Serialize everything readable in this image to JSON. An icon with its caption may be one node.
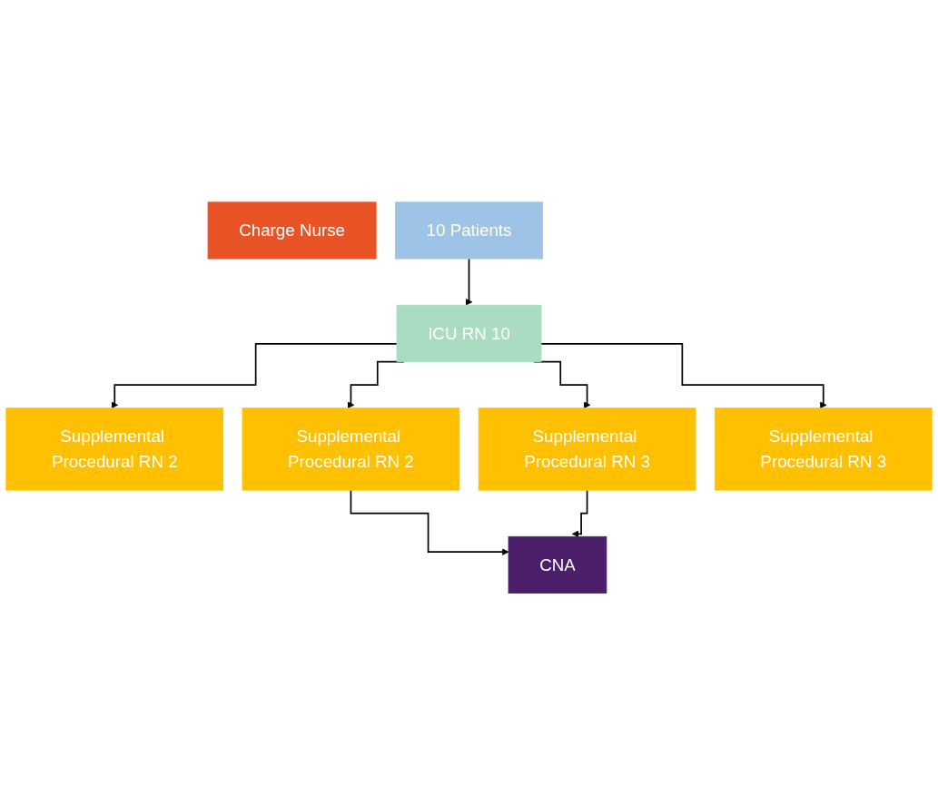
{
  "diagram": {
    "nodes": [
      {
        "text": [
          "Charge Nurse"
        ]
      },
      {
        "text": [
          "10 Patients"
        ]
      },
      {
        "text": [
          "ICU RN 10"
        ]
      },
      {
        "text": [
          "Supplemental Procedural RN 2"
        ]
      },
      {
        "text": [
          "Supplemental Procedural RN 2"
        ]
      },
      {
        "text": [
          "Supplemental Procedural RN 3"
        ]
      },
      {
        "text": [
          "Supplemental Procedural RN 3"
        ]
      },
      {
        "text": [
          "CNA"
        ]
      }
    ],
    "edges": [
      {
        "from": 1,
        "to": 2,
        "arrow": "to"
      },
      {
        "from": 2,
        "to": 3,
        "arrow": "to"
      },
      {
        "from": 2,
        "to": 4,
        "arrow": "to"
      },
      {
        "from": 2,
        "to": 5,
        "arrow": "to"
      },
      {
        "from": 2,
        "to": 6,
        "arrow": "to"
      },
      {
        "from": 4,
        "to": 7,
        "arrow": "to"
      },
      {
        "from": 5,
        "to": 7,
        "arrow": "to"
      }
    ]
  }
}
